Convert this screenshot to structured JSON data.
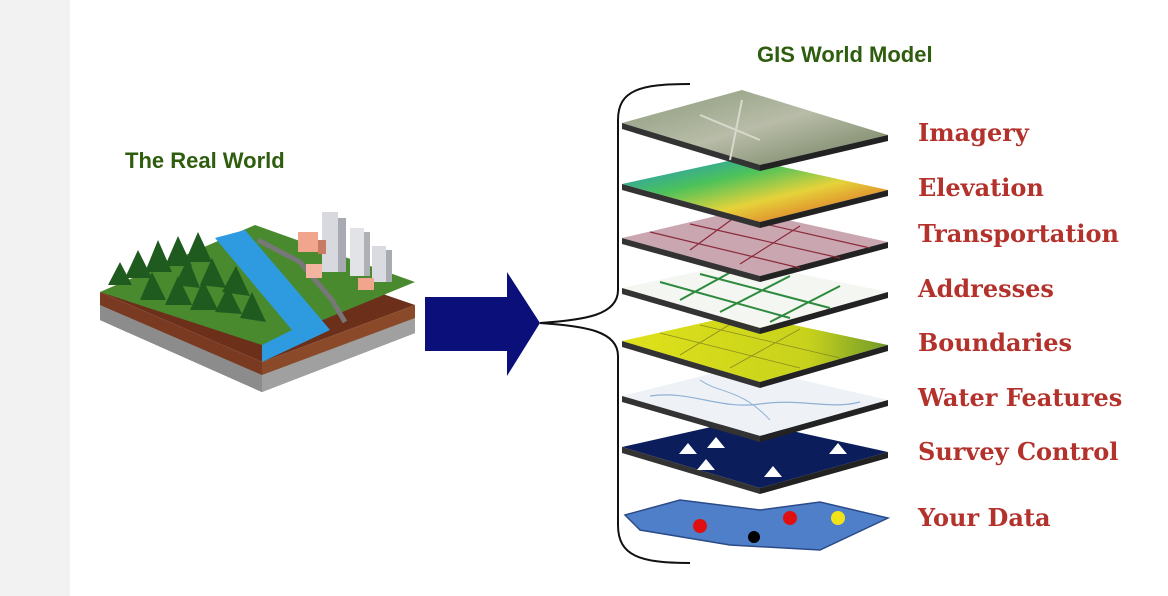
{
  "real_world": {
    "title": "The Real World"
  },
  "gis_model": {
    "title": "GIS World Model",
    "layers": [
      {
        "label": "Imagery"
      },
      {
        "label": "Elevation"
      },
      {
        "label": "Transportation"
      },
      {
        "label": "Addresses"
      },
      {
        "label": "Boundaries"
      },
      {
        "label": "Water Features"
      },
      {
        "label": "Survey Control"
      },
      {
        "label": "Your Data"
      }
    ]
  },
  "colors": {
    "title_green": "#2e5d0e",
    "label_red": "#b3322c",
    "arrow_navy": "#0a0f7a",
    "survey_navy": "#0c1d5c",
    "your_data_blue": "#4f7fc8",
    "boundaries_yellow": "#c8d21c",
    "elevation_red": "#d9431e"
  },
  "icons": [
    "terrain-block-illustration",
    "right-arrow-icon",
    "curly-brace",
    "triangle-marker-icon",
    "data-point-icon"
  ]
}
